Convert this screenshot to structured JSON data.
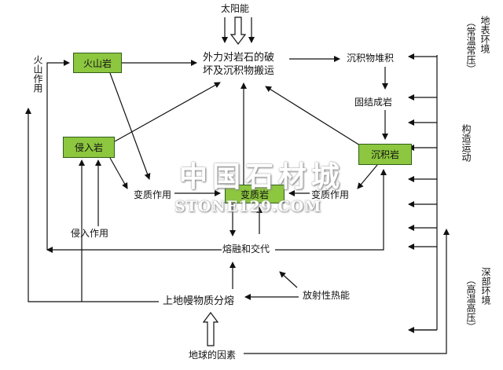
{
  "diagram": {
    "nodes": {
      "solar_energy": "太阳能",
      "external_force": [
        "外力对岩石的破",
        "坏及沉积物搬运"
      ],
      "sediment_deposition": "沉积物堆积",
      "lithification": "固结成岩",
      "sedimentary_rock": "沉积岩",
      "volcanic_rock": "火山岩",
      "intrusive_rock": "侵入岩",
      "metamorphic_rock": "变质岩",
      "metamorphism_left": "变质作用",
      "metamorphism_right": "变质作用",
      "melting_metasomatism": "熔融和交代",
      "mantle_differentiation": "上地幔物质分熔",
      "radiogenic_heat": "放射性热能",
      "earth_factors": "地球的因素",
      "intrusion": "侵入作用",
      "volcanism": "火山作用",
      "tectonics": "构造运动",
      "surface_env": "地表环境",
      "surface_cond": "（常温常压）",
      "deep_env": "深部环境",
      "deep_cond": "（高温高压）"
    },
    "watermark": {
      "cn": "中国石材城",
      "url": "STONE129.COM"
    },
    "colors": {
      "box_fill": "#8dc63f",
      "box_border": "#2f5f1a",
      "line": "#111111"
    }
  }
}
